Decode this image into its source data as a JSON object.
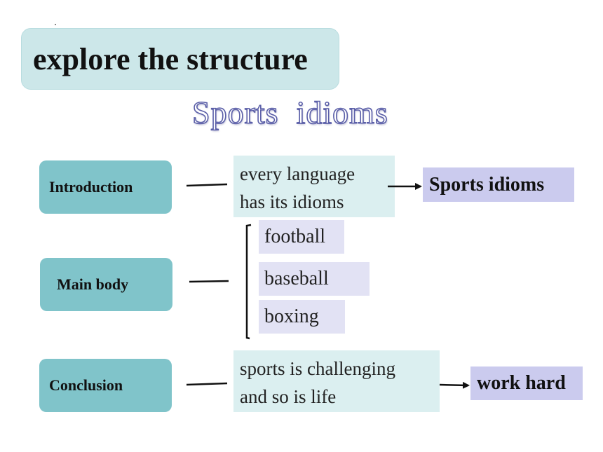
{
  "title": "explore the structure",
  "subtitle": "Sports  idioms",
  "sections": [
    {
      "label": "Introduction",
      "detail_lines": [
        "every language",
        "has its idioms"
      ],
      "result": "Sports idioms"
    },
    {
      "label": "Main body",
      "items": [
        "football",
        "baseball",
        "boxing"
      ]
    },
    {
      "label": "Conclusion",
      "detail_lines": [
        "sports is challenging",
        "and so is life"
      ],
      "result": "work hard"
    }
  ],
  "colors": {
    "title_box": "#cce7e9",
    "section_box": "#80c4ca",
    "detail_box": "#dbeff0",
    "item_box": "#e2e2f4",
    "result_box": "#cbcbee",
    "subtitle_outline": "#5b5fa8"
  }
}
